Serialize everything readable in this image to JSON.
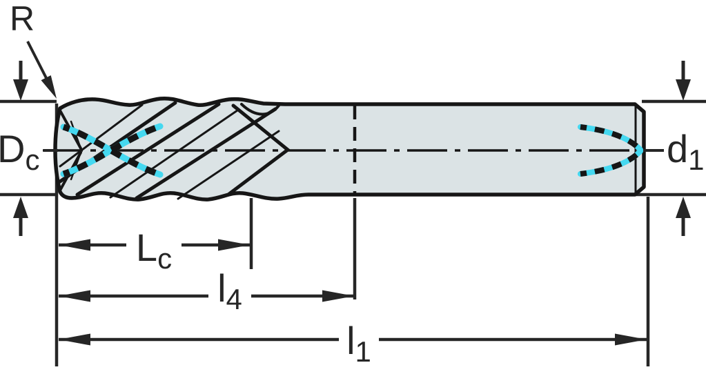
{
  "diagram": {
    "title": "End mill dimensional drawing",
    "labels": {
      "corner_radius": "R",
      "cutting_diameter": {
        "base": "D",
        "sub": "c"
      },
      "shank_diameter": {
        "base": "d",
        "sub": "1"
      },
      "length_of_cut": {
        "base": "L",
        "sub": "c"
      },
      "length_l4": {
        "base": "l",
        "sub": "4"
      },
      "overall_length": {
        "base": "l",
        "sub": "1"
      }
    },
    "colors": {
      "outline": "#161616",
      "dimension": "#262626",
      "body_fill": "#dbe3e5",
      "accent_cyan": "#45d8f0",
      "background": "#ffffff",
      "label_box": "#ffffff"
    }
  }
}
